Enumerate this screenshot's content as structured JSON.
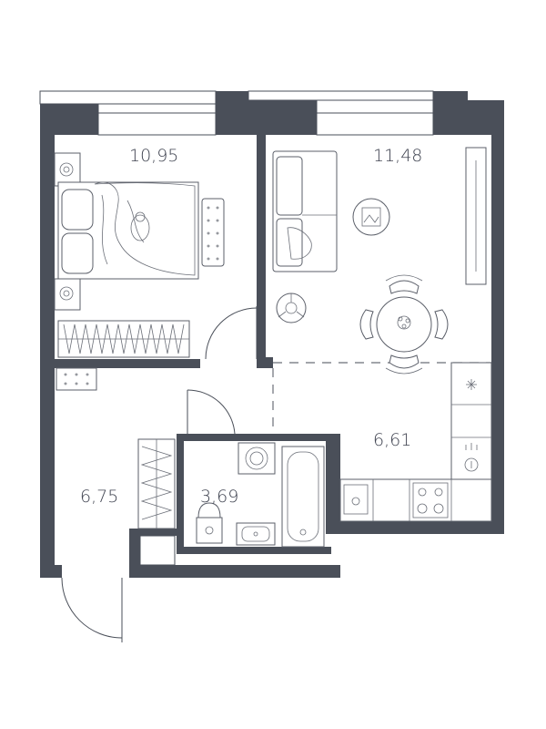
{
  "rooms": [
    {
      "name": "bedroom",
      "area": "10,95"
    },
    {
      "name": "living-room",
      "area": "11,48"
    },
    {
      "name": "kitchen",
      "area": "6,61"
    },
    {
      "name": "hallway",
      "area": "6,75"
    },
    {
      "name": "bathroom",
      "area": "3,69"
    }
  ],
  "colors": {
    "wall": "#4a4f59",
    "background": "#ffffff"
  }
}
